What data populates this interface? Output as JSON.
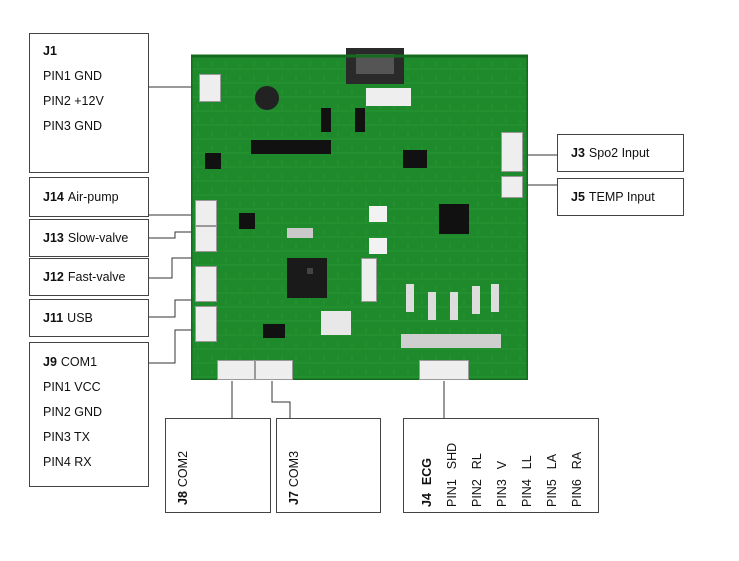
{
  "j1": {
    "title": "J1",
    "pins": [
      "PIN1 GND",
      "PIN2 +12V",
      "PIN3 GND"
    ]
  },
  "j14": {
    "id": "J14",
    "label": "Air-pump"
  },
  "j13": {
    "id": "J13",
    "label": "Slow-valve"
  },
  "j12": {
    "id": "J12",
    "label": "Fast-valve"
  },
  "j11": {
    "id": "J11",
    "label": "USB"
  },
  "j9": {
    "id": "J9",
    "label": "COM1",
    "pins": [
      "PIN1 VCC",
      "PIN2 GND",
      "PIN3 TX",
      "PIN4 RX"
    ]
  },
  "j3": {
    "id": "J3",
    "label": "Spo2  Input"
  },
  "j5": {
    "id": "J5",
    "label": "TEMP Input"
  },
  "j8": {
    "id": "J8",
    "label": "COM2"
  },
  "j7": {
    "id": "J7",
    "label": "COM3"
  },
  "j4": {
    "id": "J4",
    "label": "ECG",
    "pins": [
      [
        "PIN1",
        "SHD"
      ],
      [
        "PIN2",
        "RL"
      ],
      [
        "PIN3",
        "V"
      ],
      [
        "PIN4",
        "LL"
      ],
      [
        "PIN5",
        "LA"
      ],
      [
        "PIN6",
        "RA"
      ]
    ]
  },
  "colors": {
    "board": "#1f8a2c",
    "board_dark": "#146b1f",
    "connector": "#efefef",
    "chip": "#1a1a1a"
  }
}
